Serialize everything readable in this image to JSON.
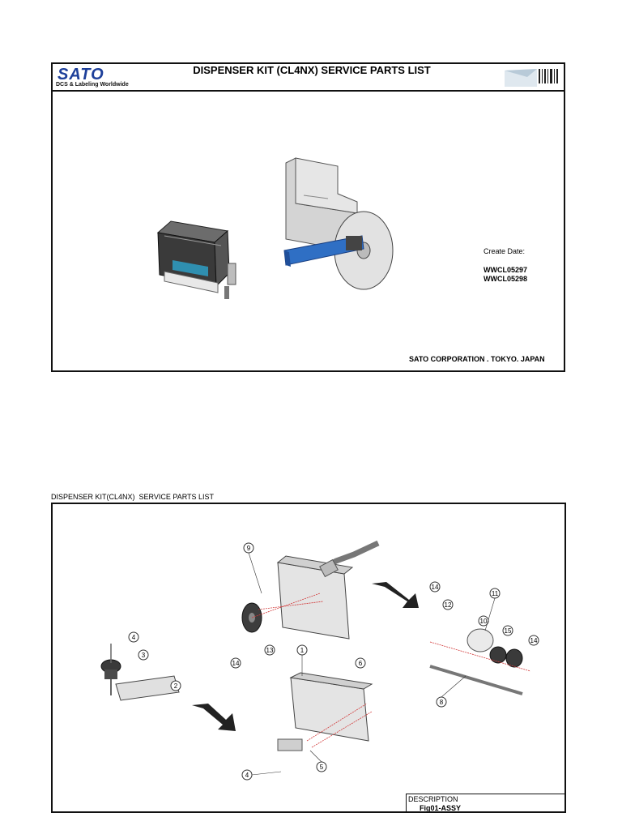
{
  "cover": {
    "logo_brand": "SATO",
    "logo_tagline": "DCS & Labeling Worldwide",
    "title": "DISPENSER KIT (CL4NX) SERVICE PARTS LIST",
    "create_date_label": "Create Date:",
    "part_codes": [
      "WWCL05297",
      "WWCL05298"
    ],
    "corporation": "SATO CORPORATION . TOKYO. JAPAN"
  },
  "sheet": {
    "heading": "DISPENSER KIT(CL4NX)  SERVICE PARTS LIST",
    "callouts": [
      "9",
      "14",
      "13",
      "11",
      "12",
      "10",
      "15",
      "14",
      "8",
      "4",
      "3",
      "2",
      "1",
      "6",
      "4",
      "5",
      "14"
    ],
    "description_label": "DESCRIPTION",
    "description_value": "Fig01-ASSY"
  },
  "colors": {
    "brand_blue": "#1d3f9a",
    "roller_blue": "#2f6fc4",
    "frame": "#111111",
    "leader_red": "#d23a3a"
  }
}
